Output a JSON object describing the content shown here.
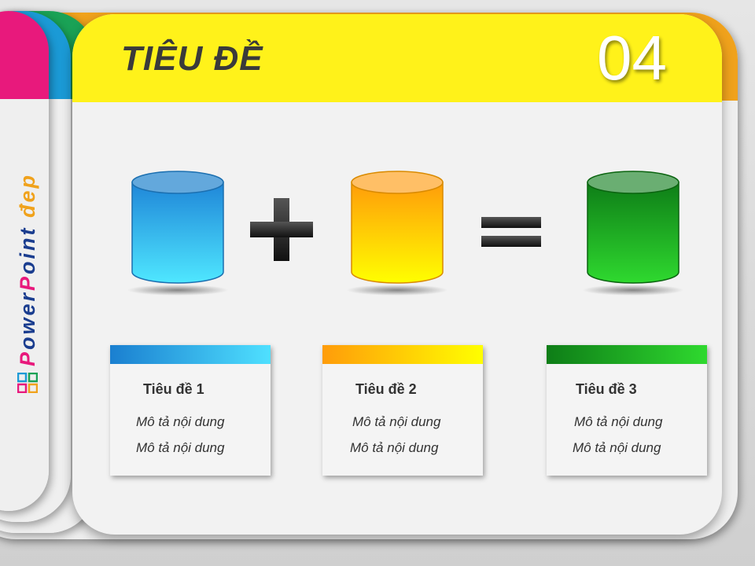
{
  "header": {
    "title": "TIÊU ĐỀ",
    "number": "04"
  },
  "brand": {
    "text_initial": "P",
    "text_middle": "ower",
    "text_initial2": "P",
    "text_middle2": "oint ",
    "text_end": "đep"
  },
  "colors": {
    "header_yellow": "#fff21a",
    "accent_orange": "#f0a21c",
    "accent_pink": "#e8197c",
    "accent_blue": "#1b9ad6",
    "accent_green": "#1aa256"
  },
  "equation": {
    "plus_symbol": "plus-icon",
    "equals_symbol": "equals-icon"
  },
  "boxes": [
    {
      "title": "Tiêu đề 1",
      "desc1": "Mô tả nội dung",
      "desc2": "Mô tả nội dung",
      "color": "blue"
    },
    {
      "title": "Tiêu đề 2",
      "desc1": "Mô tả nội dung",
      "desc2": "Mô tả nội dung",
      "color": "yellow"
    },
    {
      "title": "Tiêu đề 3",
      "desc1": "Mô tả nội dung",
      "desc2": "Mô tả nội dung",
      "color": "green"
    }
  ]
}
